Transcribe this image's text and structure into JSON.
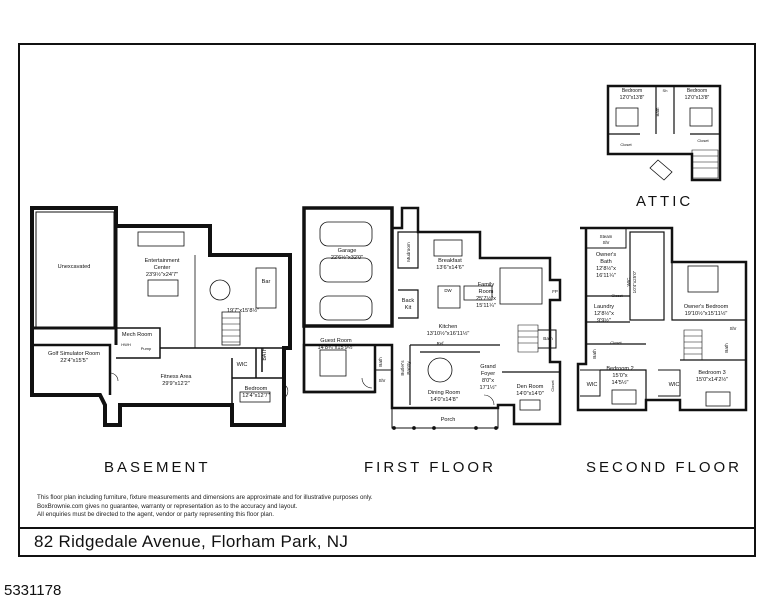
{
  "address": "82 Ridgedale Avenue, Florham Park, NJ",
  "listing_id": "5331178",
  "disclaimer": [
    "This floor plan including furniture, fixture measurements and dimensions are approximate and for illustrative purposes only.",
    "BoxBrownie.com gives no guarantee, warranty or representation as to the accuracy and layout.",
    "All enquiries must be directed to the agent, vendor or party representing this floor plan."
  ],
  "floors": {
    "basement": "BASEMENT",
    "first": "FIRST FLOOR",
    "second": "SECOND FLOOR",
    "attic": "ATTIC"
  },
  "rooms": {
    "unexcavated": "Unexcavated",
    "entertainment_name": "Entertainment",
    "entertainment_name2": "Center",
    "entertainment_dim": "23'9½\"x24'7\"",
    "bar": "Bar",
    "bsmt_dining_dim": "19'7\"x15'8½\"",
    "mech_room": "Mech Room",
    "hwh": "HWH",
    "pump": "Pump",
    "golf_name": "Golf Simulator Room",
    "golf_dim": "22'4\"x15'5\"",
    "fitness_name": "Fitness Area",
    "fitness_dim": "29'9\"x12'2\"",
    "wic": "WIC",
    "bath": "BATH",
    "bsmt_bedroom_name": "Bedroom",
    "bsmt_bedroom_dim": "12'4\"x12'7\"",
    "garage_name": "Garage",
    "garage_dim": "22'6½\"x32'0\"",
    "mudroom": "Mudroom",
    "breakfast_name": "Breakfast",
    "breakfast_dim": "13'6\"x14'6\"",
    "family_name": "Family",
    "family_name2": "Room",
    "family_dim": "25'7½\"x",
    "family_dim2": "15'11¼\"",
    "back_kit": "Back",
    "back_kit2": "Kit",
    "dw": "DW",
    "fp": "FP",
    "kitchen_name": "Kitchen",
    "kitchen_dim": "13'10½\"x16'11½\"",
    "guest_name": "Guest Room",
    "guest_dim": "14'8¾\"x15'9½\"",
    "ref": "Ref",
    "bath_small": "Bath",
    "shr": "Shr",
    "butler_name": "Butler's",
    "butler_name2": "Pantry",
    "grand_name": "Grand",
    "grand_name2": "Foyer",
    "grand_dim": "8'0\"x",
    "grand_dim2": "17'1½\"",
    "dining_name": "Dining Room",
    "dining_dim": "14'0\"x14'8\"",
    "den_name": "Den Room",
    "den_dim": "14'0\"x14'0\"",
    "closet": "Closet",
    "porch": "Porch",
    "steam_name": "Steam",
    "steam_name2": "Shr",
    "owners_bath_name": "Owner's",
    "owners_bath_name2": "Bath",
    "owners_bath_dim": "12'8½\"x",
    "owners_bath_dim2": "16'11¼\"",
    "wic_dim": "10'4\"x25'0\"",
    "owners_bed_name": "Owner's Bedroom",
    "owners_bed_dim": "19'10½\"x15'11½\"",
    "laundry_name": "Laundry",
    "laundry_dim": "12'8½\"x",
    "laundry_dim2": "9'9½\"",
    "bed2_name": "Bedroom 2",
    "bed2_dim": "15'0\"x",
    "bed2_dim2": "14'5½\"",
    "bed3_name": "Bedroom 3",
    "bed3_dim": "15'0\"x14'2½\"",
    "attic_bed_name": "Bedroom",
    "attic_bed1_dim": "12'0\"x13'8\"",
    "attic_bed2_dim": "12'0\"x13'8\"",
    "sh": "Sh"
  }
}
